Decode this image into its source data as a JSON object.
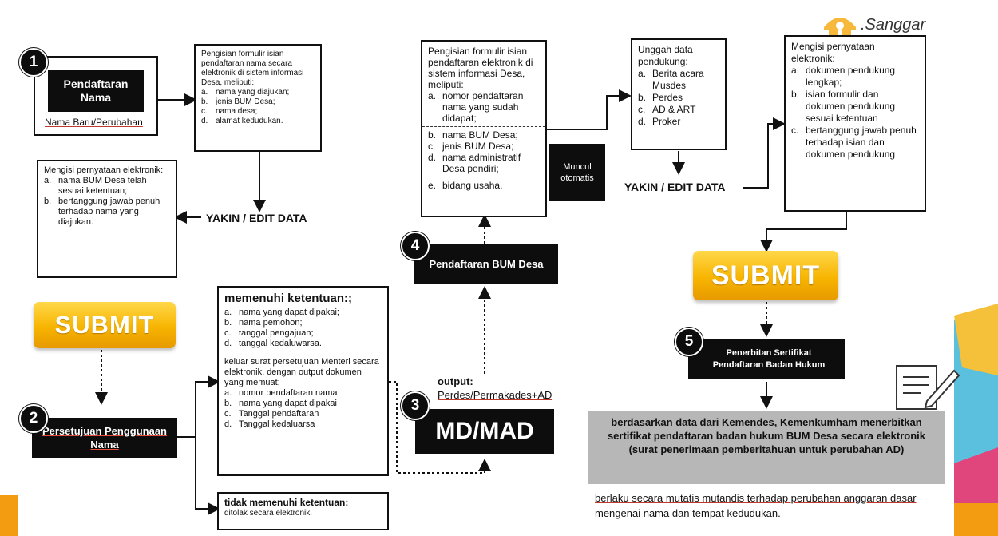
{
  "brand": {
    "name": ".Sanggar"
  },
  "step1": {
    "number": "1",
    "box_title": "Pendaftaran Nama",
    "box_sub": "Nama Baru/Perubahan",
    "form": {
      "intro": "Pengisian formulir isian pendaftaran nama secara elektronik di sistem informasi Desa, meliputi:",
      "items": [
        {
          "m": "a.",
          "t": "nama yang diajukan;"
        },
        {
          "m": "b.",
          "t": "jenis BUM Desa;"
        },
        {
          "m": "c.",
          "t": "nama desa;"
        },
        {
          "m": "d.",
          "t": "alamat kedudukan."
        }
      ]
    },
    "yakin": "YAKIN / EDIT DATA",
    "statement": {
      "intro": "Mengisi pernyataan elektronik:",
      "items": [
        {
          "m": "a.",
          "t": "nama BUM Desa telah sesuai ketentuan;"
        },
        {
          "m": "b.",
          "t": "bertanggung jawab penuh terhadap nama yang diajukan."
        }
      ]
    },
    "submit": "SUBMIT"
  },
  "step2": {
    "number": "2",
    "label": "Persetujuan Penggunaan Nama",
    "meets": {
      "title": "memenuhi ketentuan:;",
      "items": [
        {
          "m": "a.",
          "t": "nama yang dapat dipakai;"
        },
        {
          "m": "b.",
          "t": "nama pemohon;"
        },
        {
          "m": "c.",
          "t": "tanggal pengajuan;"
        },
        {
          "m": "d.",
          "t": "tanggal kedaluwarsa."
        }
      ],
      "para": "keluar surat persetujuan  Menteri secara elektronik, dengan output dokumen yang memuat:",
      "items2": [
        {
          "m": "a.",
          "t": "nomor pendaftaran nama"
        },
        {
          "m": "b.",
          "t": "nama yang dapat dipakai"
        },
        {
          "m": "c.",
          "t": "Tanggal pendaftaran"
        },
        {
          "m": "d.",
          "t": "Tanggal kedaluarsa"
        }
      ]
    },
    "not_meets": {
      "title": "tidak memenuhi ketentuan:",
      "text": "ditolak secara elektronik."
    }
  },
  "step3": {
    "number": "3",
    "output_label": "output:",
    "output_value": "Perdes/Permakades+AD",
    "box": "MD/MAD"
  },
  "step4": {
    "number": "4",
    "label": "Pendaftaran BUM Desa",
    "form": {
      "intro": "Pengisian formulir isian pendaftaran elektronik di sistem informasi Desa, meliputi:",
      "item_a": {
        "m": "a.",
        "t": "nomor pendaftaran nama yang sudah didapat;"
      },
      "items_auto": [
        {
          "m": "b.",
          "t": "nama BUM Desa;"
        },
        {
          "m": "c.",
          "t": "jenis BUM Desa;"
        },
        {
          "m": "d.",
          "t": "nama administratif Desa pendiri;"
        }
      ],
      "item_e": {
        "m": "e.",
        "t": "bidang usaha."
      }
    },
    "auto_label": "Muncul otomatis",
    "upload": {
      "intro": "Unggah data pendukung:",
      "items": [
        {
          "m": "a.",
          "t": "Berita acara Musdes"
        },
        {
          "m": "b.",
          "t": "Perdes"
        },
        {
          "m": "c.",
          "t": "AD & ART"
        },
        {
          "m": "d.",
          "t": "Proker"
        }
      ]
    },
    "yakin": "YAKIN / EDIT DATA",
    "statement": {
      "intro": "Mengisi pernyataan elektronik:",
      "items": [
        {
          "m": "a.",
          "t": "dokumen pendukung lengkap;"
        },
        {
          "m": "b.",
          "t": "isian formulir dan dokumen pendukung sesuai ketentuan"
        },
        {
          "m": "c.",
          "t": "bertanggung jawab penuh terhadap isian dan dokumen pendukung"
        }
      ]
    },
    "submit": "SUBMIT"
  },
  "step5": {
    "number": "5",
    "label": "Penerbitan Sertifikat Pendaftaran Badan Hukum",
    "result": "berdasarkan data dari Kemendes, Kemenkumham menerbitkan sertifikat pendaftaran badan hukum BUM Desa secara elektronik",
    "result_note": "(surat penerimaan pemberitahuan untuk perubahan AD)",
    "footnote": "berlaku secara mutatis mutandis terhadap perubahan anggaran dasar mengenai nama dan tempat kedudukan."
  },
  "colors": {
    "submit": "#f7b400",
    "black": "#0d0d0d",
    "accent_orange": "#f39c12",
    "accent_blue": "#5bc0de",
    "accent_pink": "#e0457b",
    "result_bg": "#b7b7b7"
  }
}
